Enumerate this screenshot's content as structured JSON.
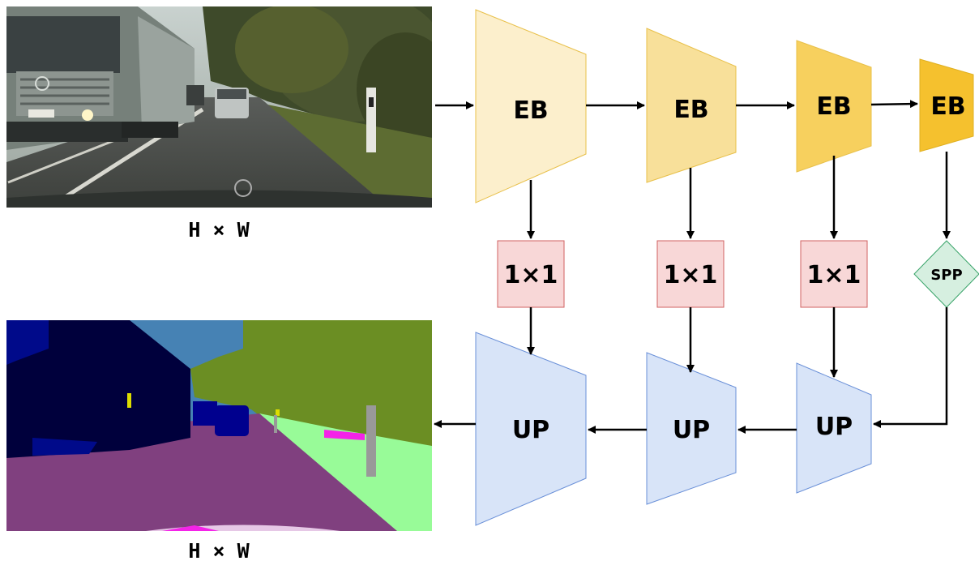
{
  "input_image": {
    "label": "H × W",
    "description_icon": "street-photo-image"
  },
  "output_image": {
    "label": "H × W",
    "description_icon": "segmentation-map-image"
  },
  "encoder": {
    "blocks": [
      {
        "label": "EB",
        "fill": "#fcefcc",
        "stroke": "#e8c04a"
      },
      {
        "label": "EB",
        "fill": "#f8e09a",
        "stroke": "#e8c04a"
      },
      {
        "label": "EB",
        "fill": "#f7d05e",
        "stroke": "#e8c04a"
      },
      {
        "label": "EB",
        "fill": "#f5c12e",
        "stroke": "#e0b020"
      }
    ]
  },
  "lateral": {
    "blocks": [
      {
        "label": "1×1"
      },
      {
        "label": "1×1"
      },
      {
        "label": "1×1"
      }
    ],
    "fill": "#f8d7d7",
    "stroke": "#d06060"
  },
  "spp": {
    "label": "SPP",
    "fill": "#d6efe0",
    "stroke": "#3aa46a"
  },
  "decoder": {
    "blocks": [
      {
        "label": "UP"
      },
      {
        "label": "UP"
      },
      {
        "label": "UP"
      }
    ],
    "fill": "#d8e4f8",
    "stroke": "#6a90d8"
  }
}
